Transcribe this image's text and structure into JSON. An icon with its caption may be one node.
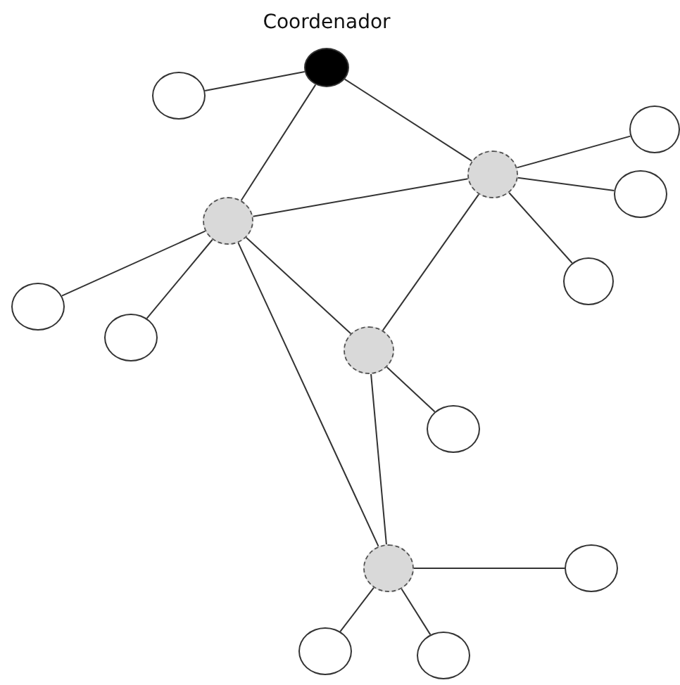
{
  "diagram": {
    "nodes": [
      {
        "text": [],
        "shape": "circle",
        "beside": [
          "Coordenador"
        ]
      },
      {
        "text": [],
        "shape": "circle"
      },
      {
        "text": [],
        "shape": "circle"
      },
      {
        "text": [],
        "shape": "circle"
      },
      {
        "text": [],
        "shape": "circle"
      },
      {
        "text": [],
        "shape": "circle"
      },
      {
        "text": [],
        "shape": "circle"
      },
      {
        "text": [],
        "shape": "circle"
      },
      {
        "text": [],
        "shape": "circle"
      },
      {
        "text": [],
        "shape": "circle"
      },
      {
        "text": [],
        "shape": "circle"
      },
      {
        "text": [],
        "shape": "circle"
      },
      {
        "text": [],
        "shape": "circle"
      },
      {
        "text": [],
        "shape": "circle"
      },
      {
        "text": [],
        "shape": "circle"
      }
    ],
    "edges": [
      {
        "from": 0,
        "to": 1,
        "arrow": "none"
      },
      {
        "from": 0,
        "to": 6,
        "arrow": "none"
      },
      {
        "from": 0,
        "to": 2,
        "arrow": "none"
      },
      {
        "from": 6,
        "to": 2,
        "arrow": "none"
      },
      {
        "from": 2,
        "to": 3,
        "arrow": "none"
      },
      {
        "from": 2,
        "to": 4,
        "arrow": "none"
      },
      {
        "from": 2,
        "to": 5,
        "arrow": "none"
      },
      {
        "from": 2,
        "to": 9,
        "arrow": "none"
      },
      {
        "from": 6,
        "to": 7,
        "arrow": "none"
      },
      {
        "from": 6,
        "to": 8,
        "arrow": "none"
      },
      {
        "from": 6,
        "to": 9,
        "arrow": "none"
      },
      {
        "from": 6,
        "to": 11,
        "arrow": "none"
      },
      {
        "from": 9,
        "to": 10,
        "arrow": "none"
      },
      {
        "from": 9,
        "to": 11,
        "arrow": "none"
      },
      {
        "from": 11,
        "to": 12,
        "arrow": "none"
      },
      {
        "from": 11,
        "to": 13,
        "arrow": "none"
      },
      {
        "from": 11,
        "to": 14,
        "arrow": "none"
      }
    ]
  }
}
